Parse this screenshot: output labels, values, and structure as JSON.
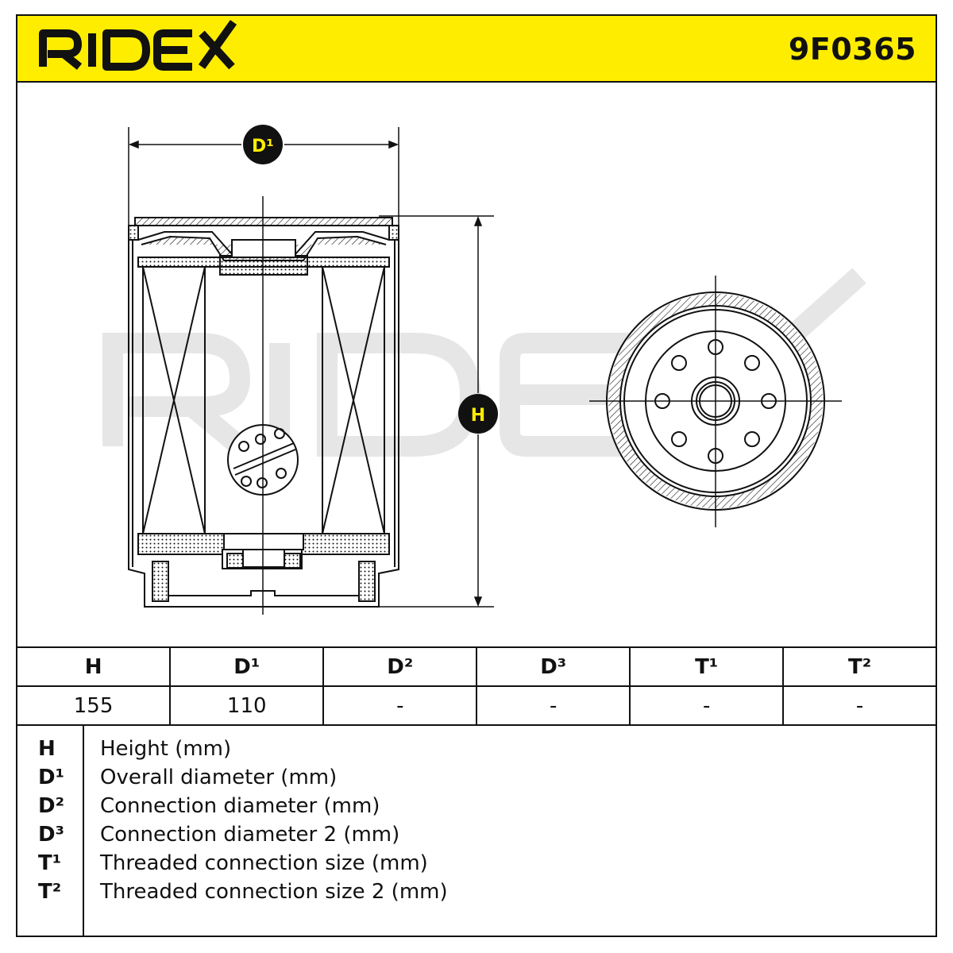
{
  "header": {
    "brand": "RIDEX",
    "part_number": "9F0365"
  },
  "drawing": {
    "watermark": "RIDEX",
    "label_d1": "D¹",
    "label_h": "H"
  },
  "specs": {
    "headers": [
      "H",
      "D¹",
      "D²",
      "D³",
      "T¹",
      "T²"
    ],
    "values": [
      "155",
      "110",
      "-",
      "-",
      "-",
      "-"
    ]
  },
  "legend": [
    {
      "symbol": "H",
      "text": "Height (mm)"
    },
    {
      "symbol": "D¹",
      "text": "Overall diameter (mm)"
    },
    {
      "symbol": "D²",
      "text": "Connection diameter (mm)"
    },
    {
      "symbol": "D³",
      "text": "Connection diameter 2 (mm)"
    },
    {
      "symbol": "T¹",
      "text": "Threaded connection size (mm)"
    },
    {
      "symbol": "T²",
      "text": "Threaded connection size 2 (mm)"
    }
  ],
  "colors": {
    "header_bg": "#ffed00",
    "watermark": "#e6e6e6",
    "ink": "#111111"
  }
}
